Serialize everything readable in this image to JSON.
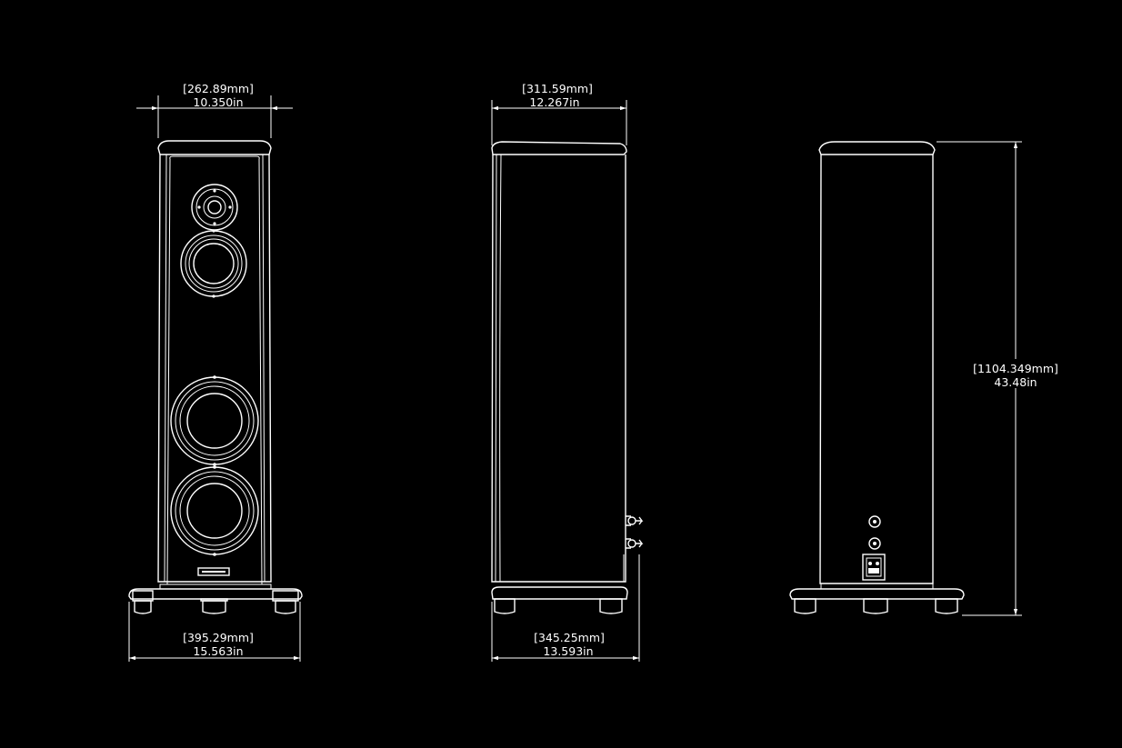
{
  "background": "#000000",
  "line_color": "#ffffff",
  "views": {
    "front": {
      "top_width": {
        "mm": "[262.89mm]",
        "in": "10.350in"
      },
      "base_width": {
        "mm": "[395.29mm]",
        "in": "15.563in"
      }
    },
    "side": {
      "top_depth": {
        "mm": "[311.59mm]",
        "in": "12.267in"
      },
      "base_depth": {
        "mm": "[345.25mm]",
        "in": "13.593in"
      }
    },
    "rear": {
      "height": {
        "mm": "[1104.349mm]",
        "in": "43.48in"
      }
    }
  }
}
